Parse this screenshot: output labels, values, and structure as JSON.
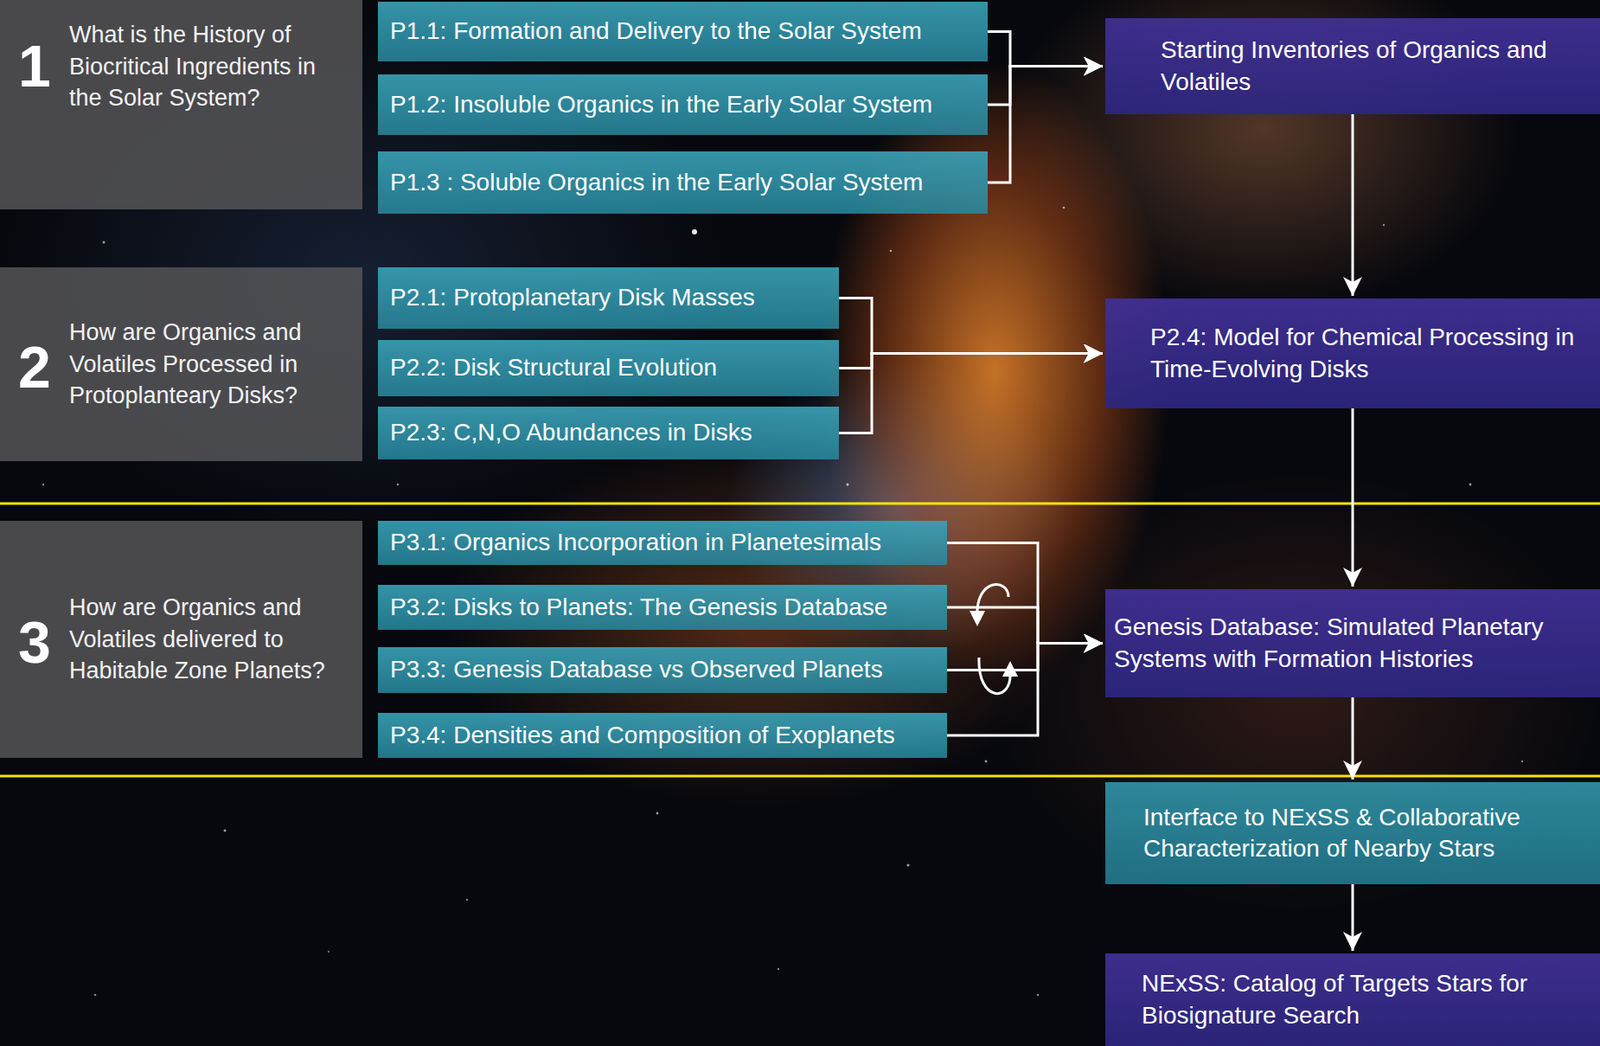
{
  "diagram": {
    "nodes": [
      {
        "text": [
          "1",
          "What is the History of Biocritical Ingredients in the Solar System?"
        ]
      },
      {
        "text": [
          "P1.1: Formation and Delivery to the Solar System"
        ]
      },
      {
        "text": [
          "P1.2: Insoluble Organics in the Early Solar System"
        ]
      },
      {
        "text": [
          "P1.3 : Soluble Organics in the Early Solar System"
        ]
      },
      {
        "text": [
          "Starting Inventories of Organics and Volatiles"
        ]
      },
      {
        "text": [
          "2",
          "How are Organics and Volatiles Processed in Protoplanteary Disks?"
        ]
      },
      {
        "text": [
          "P2.1: Protoplanetary Disk Masses"
        ]
      },
      {
        "text": [
          "P2.2: Disk Structural Evolution"
        ]
      },
      {
        "text": [
          "P2.3: C,N,O Abundances in Disks"
        ]
      },
      {
        "text": [
          "P2.4: Model for Chemical Processing in Time-Evolving Disks"
        ]
      },
      {
        "text": [
          "3",
          "How are Organics and Volatiles delivered to Habitable Zone Planets?"
        ]
      },
      {
        "text": [
          "P3.1: Organics Incorporation in Planetesimals"
        ]
      },
      {
        "text": [
          "P3.2: Disks to Planets: The Genesis Database"
        ]
      },
      {
        "text": [
          "P3.3: Genesis Database vs Observed Planets"
        ]
      },
      {
        "text": [
          "P3.4: Densities and Composition of Exoplanets"
        ]
      },
      {
        "text": [
          "Genesis Database: Simulated Planetary Systems with Formation Histories"
        ]
      },
      {
        "text": [
          "Interface to NExSS & Collaborative Characterization of Nearby Stars"
        ]
      },
      {
        "text": [
          "NExSS: Catalog of Targets Stars for Biosignature Search"
        ]
      }
    ],
    "edges": [
      {
        "from": 1,
        "to": 4,
        "arrow": "to"
      },
      {
        "from": 2,
        "to": 4,
        "arrow": "to"
      },
      {
        "from": 3,
        "to": 4,
        "arrow": "to"
      },
      {
        "from": 4,
        "to": 9,
        "arrow": "to"
      },
      {
        "from": 6,
        "to": 9,
        "arrow": "to"
      },
      {
        "from": 7,
        "to": 9,
        "arrow": "to"
      },
      {
        "from": 8,
        "to": 9,
        "arrow": "to"
      },
      {
        "from": 9,
        "to": 15,
        "arrow": "to"
      },
      {
        "from": 11,
        "to": 15,
        "arrow": "to"
      },
      {
        "from": 12,
        "to": 15,
        "arrow": "to"
      },
      {
        "from": 13,
        "to": 15,
        "arrow": "to"
      },
      {
        "from": 14,
        "to": 15,
        "arrow": "to"
      },
      {
        "from": 15,
        "to": 16,
        "arrow": "to"
      },
      {
        "from": 16,
        "to": 17,
        "arrow": "to"
      }
    ]
  }
}
